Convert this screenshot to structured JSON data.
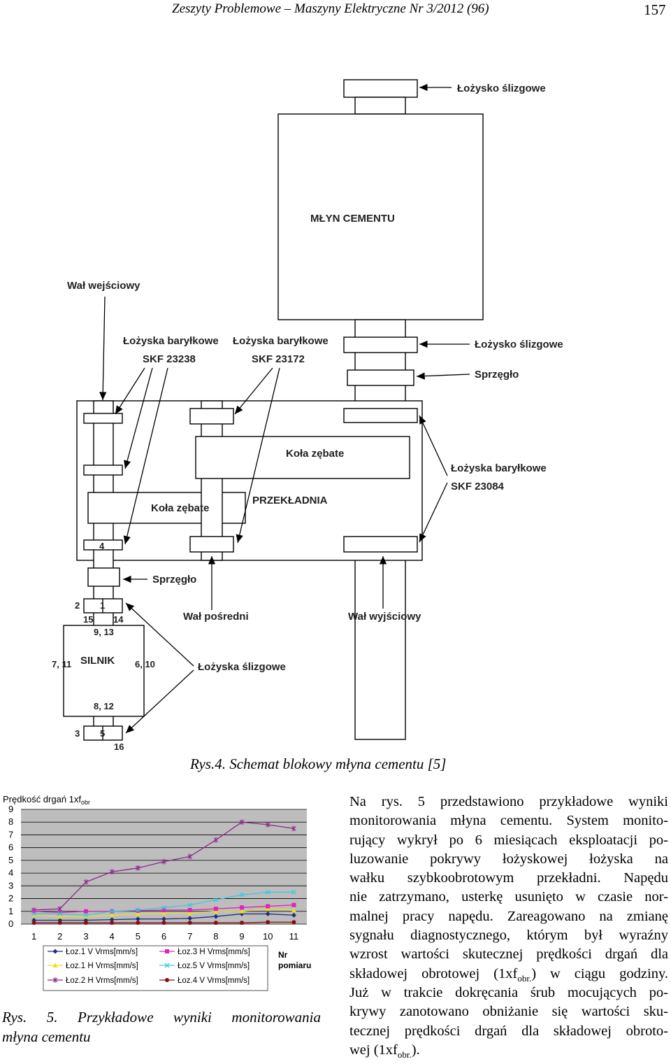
{
  "header": {
    "journal": "Zeszyty Problemowe – Maszyny Elektryczne Nr 3/2012 (96)",
    "page_number": "157"
  },
  "figure4": {
    "caption": "Rys.4. Schemat blokowy młyna cementu [5]",
    "labels": {
      "mill": "MŁYN CEMENTU",
      "slide_bearing_top": "Łożysko ślizgowe",
      "slide_bearing_mid": "Łożysko ślizgowe",
      "coupling_right": "Sprzęgło",
      "input_shaft": "Wał wejściowy",
      "barrel_bearings_1": "Łożyska baryłkowe",
      "barrel_bearings_1_code": "SKF 23238",
      "barrel_bearings_2": "Łożyska baryłkowe",
      "barrel_bearings_2_code": "SKF 23172",
      "barrel_bearings_3": "Łożyska baryłkowe",
      "barrel_bearings_3_code": "SKF 23084",
      "gears_right": "Koła zębate",
      "gears_left": "Koła zębate",
      "gearbox": "PRZEKŁADNIA",
      "coupling_left": "Sprzęgło",
      "intermediate_shaft": "Wał pośredni",
      "output_shaft": "Wał wyjściowy",
      "motor": "SILNIK",
      "slide_bearings_motor": "Łożyska ślizgowe",
      "pt_4": "4",
      "pt_2": "2",
      "pt_1": "1",
      "pt_15": "15",
      "pt_14": "14",
      "pt_9_13": "9, 13",
      "pt_7_11": "7, 11",
      "pt_6_10": "6, 10",
      "pt_8_12": "8, 12",
      "pt_3": "3",
      "pt_5": "5",
      "pt_16": "16"
    }
  },
  "figure5": {
    "caption_line1": "Rys. 5. Przykładowe wyniki monitorowania",
    "caption_line2": "młyna cementu"
  },
  "chart_data": {
    "type": "line",
    "title": "Prędkość drgań 1xf",
    "title_sub": "obr",
    "xlabel": "Nr pomiaru",
    "x_label_line1": "Nr",
    "x_label_line2": "pomiaru",
    "ylabel": "",
    "categories": [
      "1",
      "2",
      "3",
      "4",
      "5",
      "6",
      "7",
      "8",
      "9",
      "10",
      "11"
    ],
    "yticks": [
      "0",
      "1",
      "2",
      "3",
      "4",
      "5",
      "6",
      "7",
      "8",
      "9"
    ],
    "ylim": [
      0,
      9
    ],
    "grid": true,
    "legend_position": "bottom",
    "series": [
      {
        "name": "Łoz.1  V  Vrms[mm/s]",
        "color": "#1f2f7f",
        "marker": "diamond",
        "values": [
          0.3,
          0.3,
          0.3,
          0.35,
          0.4,
          0.4,
          0.45,
          0.6,
          0.8,
          0.8,
          0.7
        ]
      },
      {
        "name": "Łoz.1 H  Vrms[mm/s]",
        "color": "#e8e020",
        "marker": "triangle",
        "values": [
          0.7,
          0.6,
          0.6,
          0.7,
          0.8,
          0.85,
          0.85,
          1.0,
          1.0,
          1.2,
          1.1
        ]
      },
      {
        "name": "Łoz.2  H  Vrms[mm/s]",
        "color": "#8a2a8a",
        "marker": "star",
        "values": [
          1.1,
          1.2,
          3.3,
          4.1,
          4.4,
          4.9,
          5.3,
          6.6,
          8.0,
          7.8,
          7.5
        ]
      },
      {
        "name": "Łoz.3  H  Vrms[mm/s]",
        "color": "#e020c0",
        "marker": "square",
        "values": [
          1.0,
          0.9,
          1.0,
          1.0,
          1.05,
          1.1,
          1.1,
          1.2,
          1.3,
          1.4,
          1.5
        ]
      },
      {
        "name": "Łoz.5  V  Vrms[mm/s]",
        "color": "#3cc8e0",
        "marker": "x",
        "values": [
          0.8,
          0.8,
          0.7,
          1.0,
          1.1,
          1.3,
          1.5,
          1.9,
          2.3,
          2.5,
          2.5
        ]
      },
      {
        "name": "Łoz.4  V  Vrms[mm/s]",
        "color": "#8a1010",
        "marker": "circle",
        "values": [
          0.1,
          0.1,
          0.1,
          0.1,
          0.1,
          0.1,
          0.1,
          0.1,
          0.1,
          0.15,
          0.15
        ]
      }
    ]
  },
  "body_lines": [
    "Na rys. 5 przedstawiono przykładowe wyniki",
    "monitorowania młyna cementu. System monito-",
    "rujący wykrył po 6 miesiącach eksploatacji po-",
    "luzowanie pokrywy łożyskowej łożyska na",
    "wałku szybkoobrotowym przekładni. Napędu",
    "nie zatrzymano, usterkę usunięto w czasie nor-",
    "malnej pracy napędu. Zareagowano na zmianę",
    "sygnału diagnostycznego, którym był wyraźny",
    "wzrost wartości skutecznej prędkości drgań dla",
    "Już w trakcie dokręcania śrub mocujących po-",
    "krywy zanotowano obniżanie się wartości sku-",
    "tecznej prędkości drgań dla składowej obroto-"
  ],
  "body_special": {
    "line10_pre": "składowej obrotowej (1xf",
    "line10_sub": "obr.",
    "line10_post": ") w ciągu godziny.",
    "line14_pre": "wej (1xf",
    "line14_sub": "obr.",
    "line14_post": ")."
  }
}
